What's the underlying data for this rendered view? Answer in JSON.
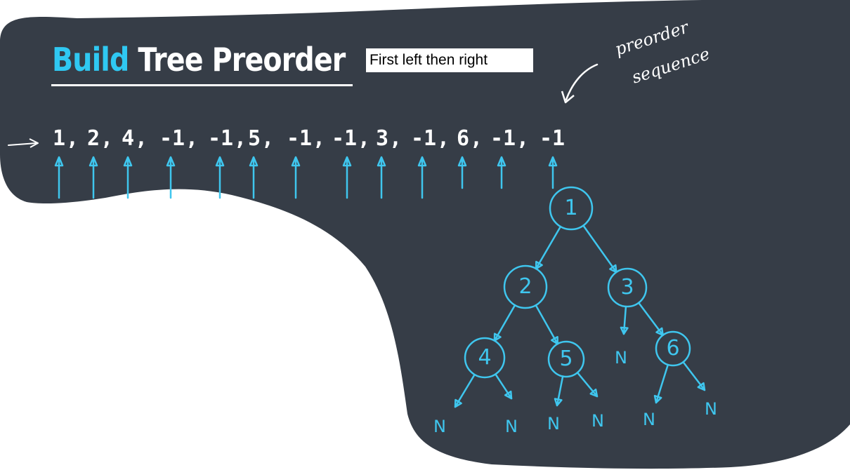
{
  "title": {
    "accent": "Build",
    "rest": "Tree Preorder"
  },
  "note": "First left then right",
  "handwritten_note": {
    "line1": "preorder",
    "line2": "sequence"
  },
  "sequence": [
    "1",
    "2",
    "4",
    "-1",
    "-1",
    "5",
    "-1",
    "-1",
    "3",
    "-1",
    "6",
    "-1",
    "-1"
  ],
  "separator": ",",
  "null_symbol": "N",
  "tree": {
    "nodes": [
      "1",
      "2",
      "3",
      "4",
      "5",
      "6"
    ]
  },
  "colors": {
    "background": "#ffffff",
    "board": "#363d47",
    "accent": "#2fc8f2",
    "ink": "#3fc6ee",
    "text": "#ffffff"
  }
}
